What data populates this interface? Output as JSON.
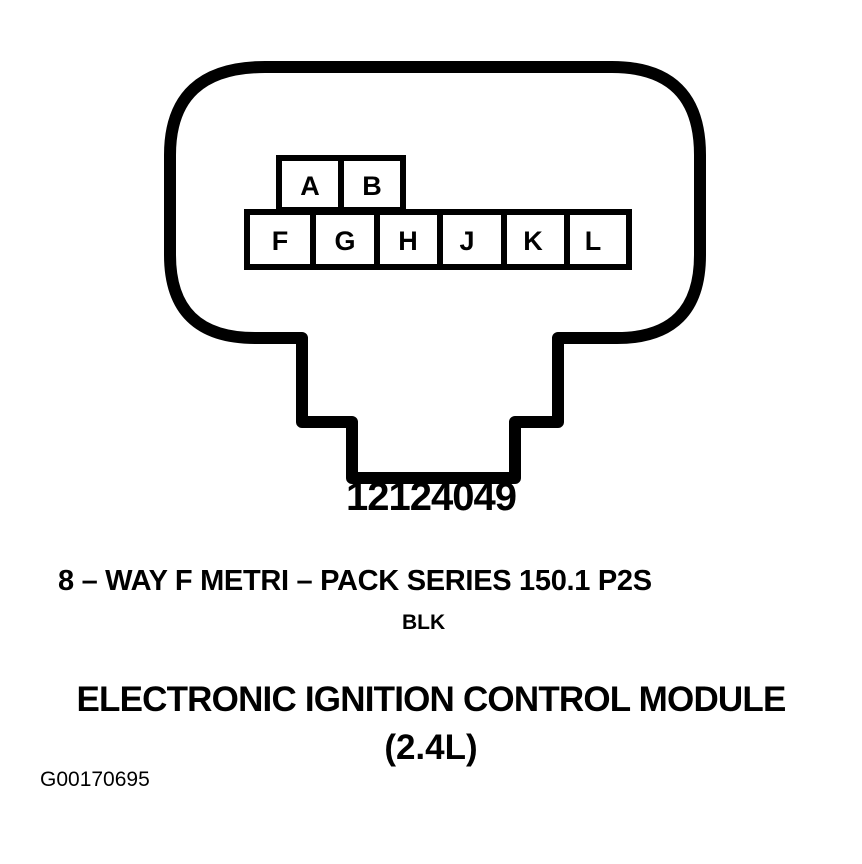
{
  "connector": {
    "part_number": "12124049",
    "description": "8 – WAY F METRI – PACK SERIES 150.1 P2S",
    "color": "BLK",
    "top_row_pins": [
      "A",
      "B"
    ],
    "bottom_row_pins": [
      "F",
      "G",
      "H",
      "J",
      "K",
      "L"
    ]
  },
  "component": {
    "name": "ELECTRONIC IGNITION CONTROL MODULE",
    "variant": "(2.4L)"
  },
  "figure_id": "G00170695"
}
